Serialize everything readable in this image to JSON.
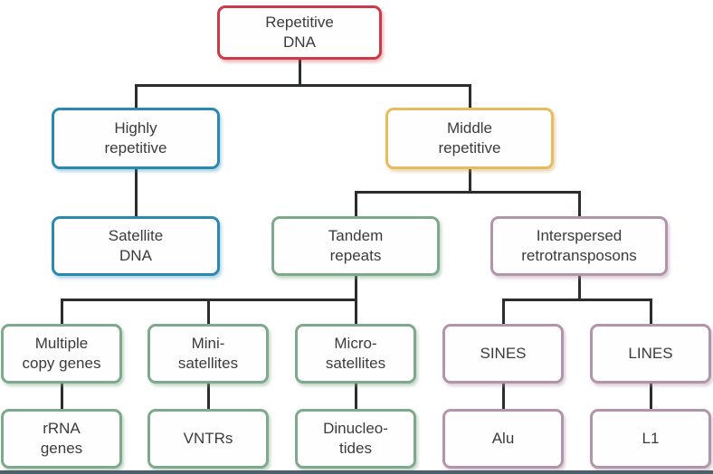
{
  "nodes": [
    {
      "id": "repetitive-dna",
      "label": "Repetitive\nDNA",
      "parent": null,
      "border_color": "#cb3a48"
    },
    {
      "id": "highly-repetitive",
      "label": "Highly\nrepetitive",
      "parent": "repetitive-dna",
      "border_color": "#2a89b0"
    },
    {
      "id": "middle-repetitive",
      "label": "Middle\nrepetitive",
      "parent": "repetitive-dna",
      "border_color": "#e7bb5e"
    },
    {
      "id": "satellite-dna",
      "label": "Satellite\nDNA",
      "parent": "highly-repetitive",
      "border_color": "#2a89b0"
    },
    {
      "id": "tandem-repeats",
      "label": "Tandem\nrepeats",
      "parent": "middle-repetitive",
      "border_color": "#7fa98c"
    },
    {
      "id": "interspersed-retrotransposons",
      "label": "Interspersed\nretrotransposons",
      "parent": "middle-repetitive",
      "border_color": "#b295a9"
    },
    {
      "id": "multiple-copy-genes",
      "label": "Multiple\ncopy genes",
      "parent": "tandem-repeats",
      "border_color": "#7fa98c"
    },
    {
      "id": "mini-satellites",
      "label": "Mini-\nsatellites",
      "parent": "tandem-repeats",
      "border_color": "#7fa98c"
    },
    {
      "id": "micro-satellites",
      "label": "Micro-\nsatellites",
      "parent": "tandem-repeats",
      "border_color": "#7fa98c"
    },
    {
      "id": "sines",
      "label": "SINES",
      "parent": "interspersed-retrotransposons",
      "border_color": "#b295a9"
    },
    {
      "id": "lines",
      "label": "LINES",
      "parent": "interspersed-retrotransposons",
      "border_color": "#b295a9"
    },
    {
      "id": "rrna-genes",
      "label": "rRNA\ngenes",
      "parent": "multiple-copy-genes",
      "border_color": "#7fa98c"
    },
    {
      "id": "vntrs",
      "label": "VNTRs",
      "parent": "mini-satellites",
      "border_color": "#7fa98c"
    },
    {
      "id": "dinucleotides",
      "label": "Dinucleo-\ntides",
      "parent": "micro-satellites",
      "border_color": "#7fa98c"
    },
    {
      "id": "alu",
      "label": "Alu",
      "parent": "sines",
      "border_color": "#b295a9"
    },
    {
      "id": "l1",
      "label": "L1",
      "parent": "lines",
      "border_color": "#b295a9"
    }
  ],
  "colors": {
    "red": "#cb3a48",
    "blue": "#2a89b0",
    "gold": "#e7bb5e",
    "green": "#7fa98c",
    "mauve": "#b295a9",
    "connector": "#2b2d2e",
    "text": "#3b3b3b",
    "bottom_edge": "#4c5f6a"
  }
}
